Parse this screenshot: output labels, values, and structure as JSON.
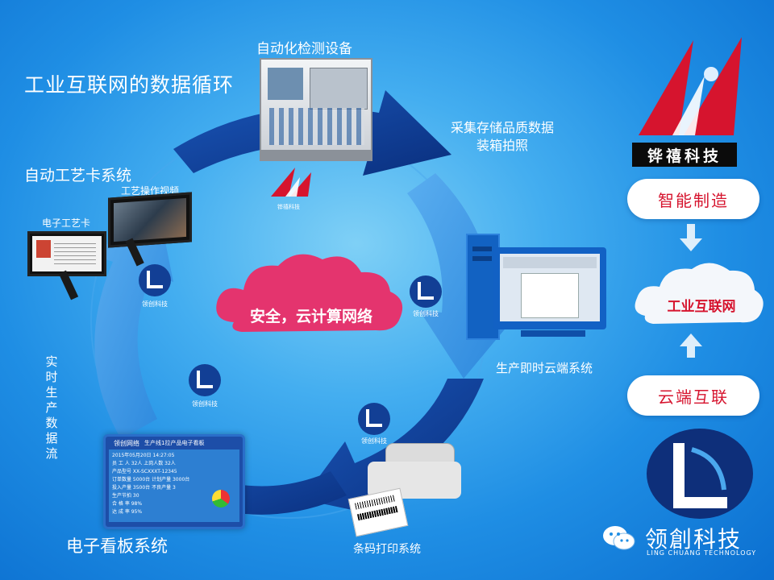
{
  "title": "工业互联网的数据循环",
  "equipment_label": "自动化检测设备",
  "collect_label_line1": "采集存储品质数据",
  "collect_label_line2": "装箱拍照",
  "auto_process_label": "自动工艺卡系统",
  "video_label": "工艺操作视频",
  "ecard_label": "电子工艺卡",
  "realtime_label": "实时生产数据流",
  "cloud_system_label": "生产即时云端系统",
  "kanban_label": "电子看板系统",
  "print_label": "条码打印系统",
  "center_cloud": "安全，云计算网络",
  "company_cn": "铧禧科技",
  "partner_logo_cn": "领创科技",
  "partner_logo_en": "LING CHUANG TECHNOLOGY",
  "partner_big_cn": "领創科技",
  "small_brand_cn": "铧禧科技",
  "right_flow": {
    "smart": "智能制造",
    "iot": "工业互联网",
    "cloud": "云端互联"
  },
  "board": {
    "brand": "领创网络",
    "header": "生产线1拉产品电子看板",
    "rows": [
      "2015年05月20日 14:27:05",
      "员 工 人  32人     上岗人数 32人",
      "产品型号 XX-SCXXXT-12345",
      "订单数量 5000台    计划产量 3000台",
      "投入产量 3500台    不良产量 3",
      "生产节拍 30",
      "合 格 率 98%",
      "达 成 率 95%"
    ]
  },
  "colors": {
    "bg_center": "#7fd0f6",
    "bg_edge": "#0b6fd0",
    "arrow_dark": "#0d3f9c",
    "arrow_light": "#3d98e6",
    "brand_red": "#d6142e",
    "cloud_pink": "#e4346e"
  },
  "icons": {
    "wechat": "wechat-icon",
    "sail": "sail-logo-icon",
    "lc": "lc-logo-icon"
  }
}
